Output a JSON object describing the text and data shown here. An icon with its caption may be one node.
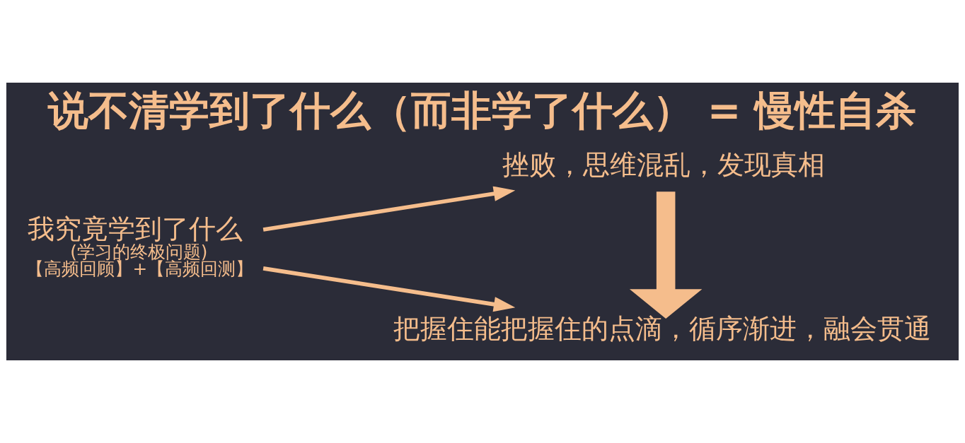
{
  "diagram": {
    "title": "说不清学到了什么（而非学了什么） = 慢性自杀",
    "nodes": [
      {
        "text": [
          "我究竟学到了什么",
          "(学习的终极问题)",
          "【高频回顾】+【高频回测】"
        ]
      },
      {
        "text": [
          "挫败，思维混乱，发现真相"
        ]
      },
      {
        "text": [
          "把握住能把握住的点滴，循序渐进，融会贯通"
        ]
      }
    ],
    "edges": [
      {
        "from": 0,
        "to": 1,
        "arrow": "to"
      },
      {
        "from": 0,
        "to": 2,
        "arrow": "to"
      },
      {
        "from": 1,
        "to": 2,
        "arrow": "to",
        "style": "thick"
      }
    ]
  }
}
